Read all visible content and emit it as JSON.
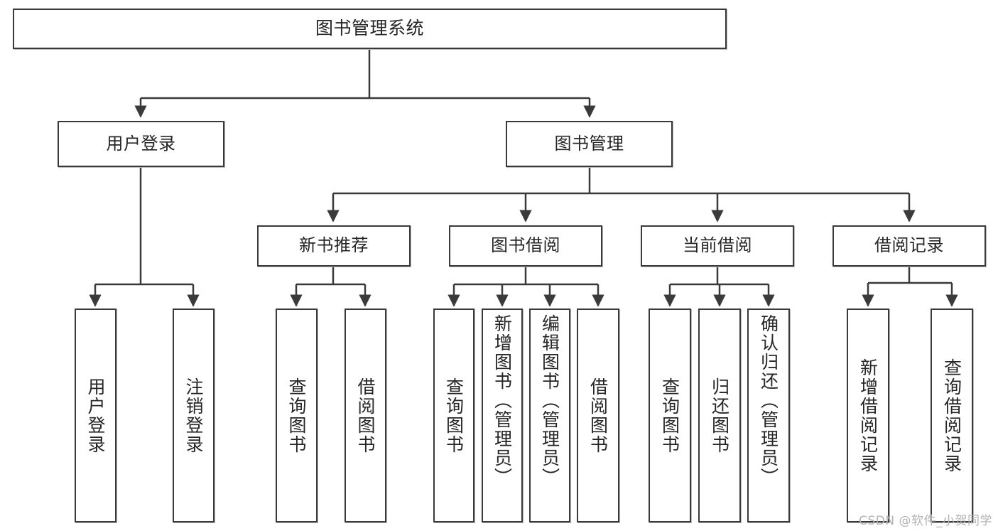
{
  "diagram": {
    "title": "图书管理系统",
    "type": "hierarchy-tree",
    "watermark": "CSDN @软件_小贺同学",
    "colors": {
      "box_border": "#3a3a3a",
      "box_fill": "#ffffff",
      "edge": "#3a3a3a",
      "text": "#262626",
      "watermark": "#b3b3b3"
    },
    "nodes": {
      "root": {
        "label": "图书管理系统"
      },
      "tier2": [
        {
          "id": "user-login",
          "label": "用户登录"
        },
        {
          "id": "book-management",
          "label": "图书管理"
        }
      ],
      "tier3": [
        {
          "id": "new-book-recommend",
          "label": "新书推荐"
        },
        {
          "id": "book-borrow",
          "label": "图书借阅"
        },
        {
          "id": "current-borrow",
          "label": "当前借阅"
        },
        {
          "id": "borrow-record",
          "label": "借阅记录"
        }
      ],
      "leaves": {
        "user-login": [
          {
            "id": "leaf-user-login",
            "label": "用户登录"
          },
          {
            "id": "leaf-logout",
            "label": "注销登录"
          }
        ],
        "new-book-recommend": [
          {
            "id": "leaf-query-book-1",
            "label": "查询图书"
          },
          {
            "id": "leaf-borrow-book-1",
            "label": "借阅图书"
          }
        ],
        "book-borrow": [
          {
            "id": "leaf-query-book-2",
            "label": "查询图书"
          },
          {
            "id": "leaf-add-book",
            "label": "新增图书（管理员）"
          },
          {
            "id": "leaf-edit-book",
            "label": "编辑图书（管理员）"
          },
          {
            "id": "leaf-borrow-book-2",
            "label": "借阅图书"
          }
        ],
        "current-borrow": [
          {
            "id": "leaf-query-book-3",
            "label": "查询图书"
          },
          {
            "id": "leaf-return-book",
            "label": "归还图书"
          },
          {
            "id": "leaf-confirm-return",
            "label": "确认归还（管理员）"
          }
        ],
        "borrow-record": [
          {
            "id": "leaf-add-record",
            "label": "新增借阅记录"
          },
          {
            "id": "leaf-query-record",
            "label": "查询借阅记录"
          }
        ]
      }
    }
  }
}
